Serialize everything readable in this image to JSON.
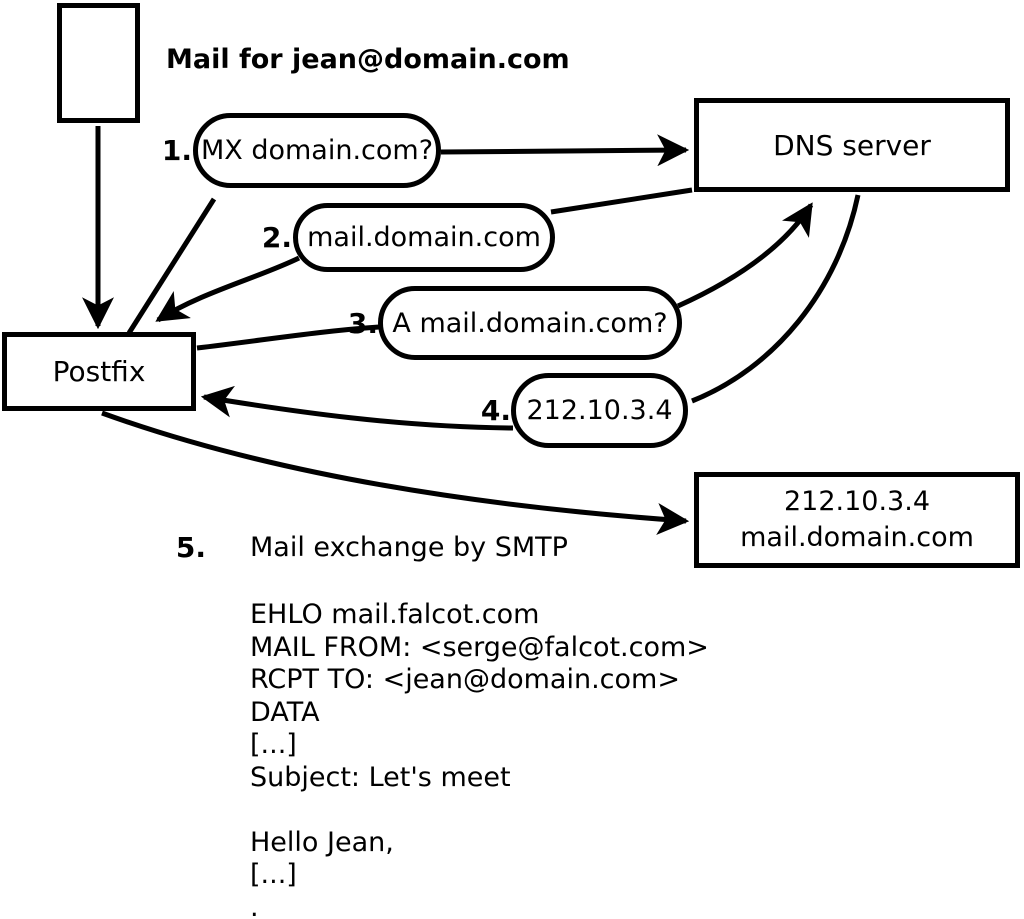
{
  "diagram": {
    "title": "Mail for jean@domain.com",
    "nodes": {
      "postfix": {
        "label": "Postfix"
      },
      "dns_server": {
        "label": "DNS server"
      },
      "mail_server": {
        "line1": "212.10.3.4",
        "line2": "mail.domain.com"
      }
    },
    "steps": [
      {
        "number": "1.",
        "label": "MX domain.com?"
      },
      {
        "number": "2.",
        "label": "mail.domain.com"
      },
      {
        "number": "3.",
        "label": "A mail.domain.com?"
      },
      {
        "number": "4.",
        "label": "212.10.3.4"
      },
      {
        "number": "5.",
        "label": "Mail exchange by SMTP"
      }
    ],
    "smtp_session": {
      "lines": [
        "EHLO mail.falcot.com",
        "MAIL FROM: <serge@falcot.com>",
        "RCPT TO: <jean@domain.com>",
        "DATA",
        "[...]",
        "Subject: Let's meet",
        "",
        "Hello Jean,",
        "[...]",
        "."
      ]
    },
    "colors": {
      "line": "#000000",
      "background": "#ffffff",
      "box_fill": "#ffffff"
    }
  }
}
